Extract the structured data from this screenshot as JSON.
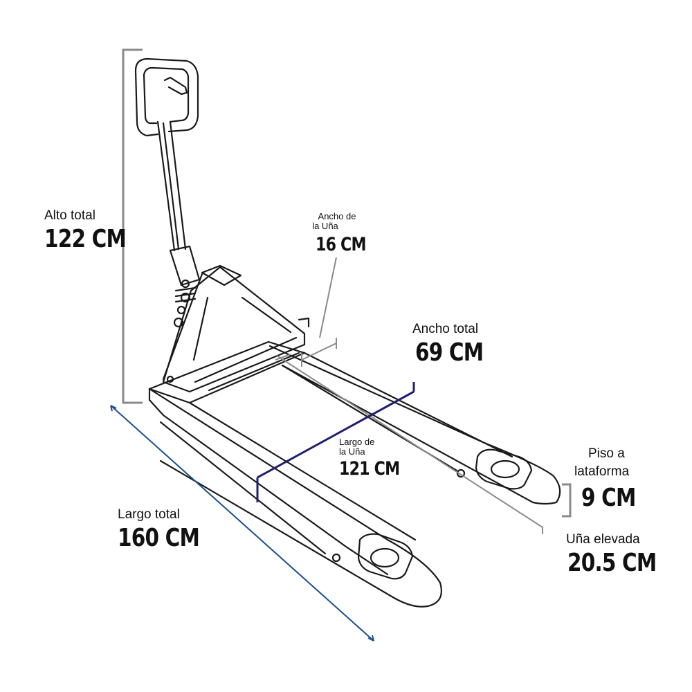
{
  "dimensions": {
    "alto_total": {
      "label": "Alto total",
      "value": "122 CM"
    },
    "ancho_una": {
      "label_line1": "Ancho de",
      "label_line2": "la Uña",
      "value": "16 CM"
    },
    "ancho_total": {
      "label": "Ancho total",
      "value": "69 CM"
    },
    "largo_una": {
      "label_line1": "Largo de",
      "label_line2": "la Uña",
      "value": "121 CM"
    },
    "largo_total": {
      "label": "Largo total",
      "value": "160 CM"
    },
    "piso_plataforma": {
      "label_line1": "Piso a",
      "label_line2": "lataforma",
      "value": "9 CM"
    },
    "una_elevada": {
      "label": "Uña elevada",
      "value": "20.5 CM"
    }
  },
  "colors": {
    "outline": "#1a1a1a",
    "dimension_gray": "#8a8a8a",
    "dimension_navy": "#1f1f6e",
    "dimension_blue": "#1b4f8f"
  }
}
